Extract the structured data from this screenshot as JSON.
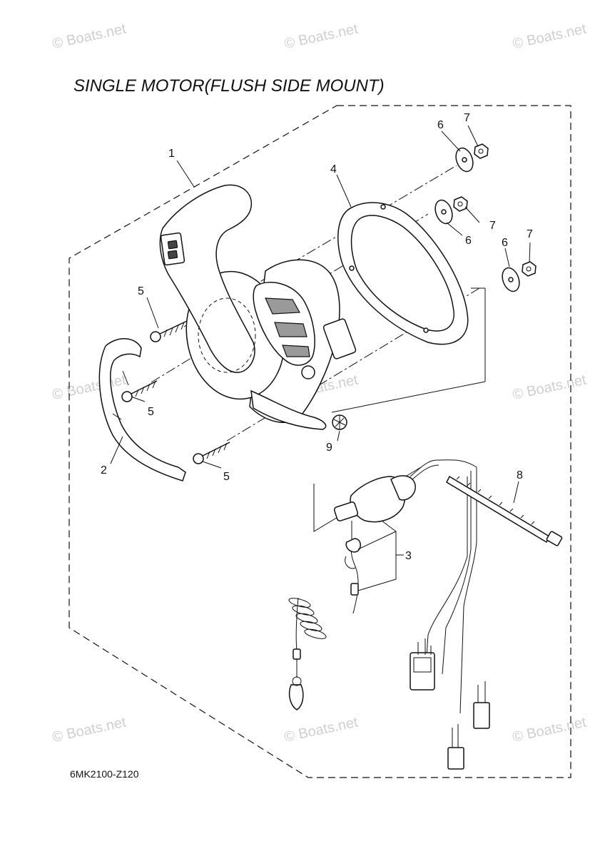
{
  "diagram": {
    "title": "SINGLE MOTOR(FLUSH SIDE MOUNT)",
    "drawing_code": "6MK2100-Z120"
  },
  "callouts": [
    {
      "id": "c1",
      "label": "1"
    },
    {
      "id": "c2",
      "label": "2"
    },
    {
      "id": "c3",
      "label": "3"
    },
    {
      "id": "c4",
      "label": "4"
    },
    {
      "id": "c5a",
      "label": "5"
    },
    {
      "id": "c5b",
      "label": "5"
    },
    {
      "id": "c5c",
      "label": "5"
    },
    {
      "id": "c6a",
      "label": "6"
    },
    {
      "id": "c6b",
      "label": "6"
    },
    {
      "id": "c6c",
      "label": "6"
    },
    {
      "id": "c7a",
      "label": "7"
    },
    {
      "id": "c7b",
      "label": "7"
    },
    {
      "id": "c7c",
      "label": "7"
    },
    {
      "id": "c8",
      "label": "8"
    },
    {
      "id": "c9",
      "label": "9"
    }
  ],
  "watermark": "© Boats.net"
}
